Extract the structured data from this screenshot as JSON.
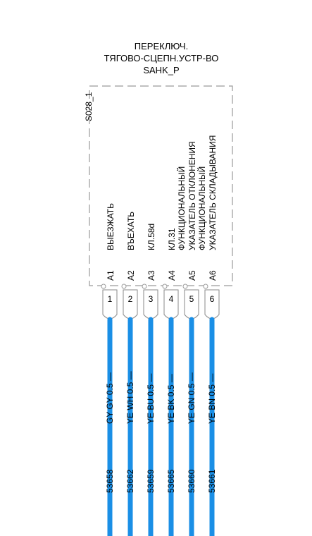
{
  "component": {
    "title_lines": [
      "ПЕРЕКЛЮЧ.",
      "ТЯГОВО-СЦЕПН.УСТР-ВО",
      "SAHK_P"
    ],
    "id_label": "S028_1",
    "border_color": "#9a9a9a"
  },
  "pins": [
    {
      "label": "A1",
      "desc": [
        "ВЫЕЗЖАТЬ"
      ],
      "number": "1"
    },
    {
      "label": "A2",
      "desc": [
        "ВЪЕХАТЬ"
      ],
      "number": "2"
    },
    {
      "label": "A3",
      "desc": [
        "КЛ.58d"
      ],
      "number": "3"
    },
    {
      "label": "A4",
      "desc": [
        "КЛ.31",
        "ФУНКЦИОНАЛЬНЫЙ"
      ],
      "number": "4"
    },
    {
      "label": "A5",
      "desc": [
        "УКАЗАТЕЛЬ ОТКЛОНЕНИЯ",
        "ФУНКЦИОНАЛЬНЫЙ"
      ],
      "number": "5"
    },
    {
      "label": "A6",
      "desc": [
        "УКАЗАТЕЛЬ СКЛАДЫВАНИЯ"
      ],
      "number": "6"
    }
  ],
  "wires": [
    {
      "spec": "GY GY 0.5 —",
      "id": "53658"
    },
    {
      "spec": "YE WH 0.5 —",
      "id": "53662"
    },
    {
      "spec": "YE BU 0.5 —",
      "id": "53659"
    },
    {
      "spec": "YE BK 0.5 —",
      "id": "53665"
    },
    {
      "spec": "YE GN 0.5 —",
      "id": "53660"
    },
    {
      "spec": "YE BN 0.5 —",
      "id": "53661"
    }
  ],
  "wire_color": "#1a8fe6"
}
